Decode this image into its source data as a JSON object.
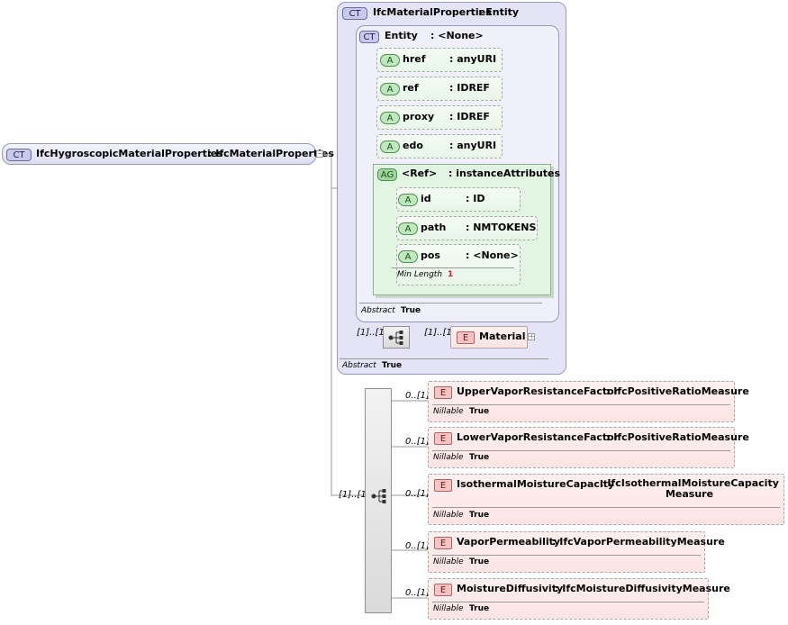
{
  "root": {
    "badge": "CT",
    "name": "IfcHygroscopicMaterialProperties",
    "type": ": IfcMaterialProperties"
  },
  "base_type": {
    "badge": "CT",
    "name": "IfcMaterialProperties",
    "type": ": Entity",
    "entity": {
      "badge": "CT",
      "name": "Entity",
      "type": ": <None>",
      "attributes": [
        {
          "badge": "A",
          "name": "href",
          "type": ": anyURI"
        },
        {
          "badge": "A",
          "name": "ref",
          "type": ": IDREF"
        },
        {
          "badge": "A",
          "name": "proxy",
          "type": ": IDREF"
        },
        {
          "badge": "A",
          "name": "edo",
          "type": ": anyURI"
        }
      ],
      "attribute_group": {
        "badge": "AG",
        "name": "<Ref>",
        "type": ": instanceAttributes",
        "attributes": [
          {
            "badge": "A",
            "name": "id",
            "type": ": ID"
          },
          {
            "badge": "A",
            "name": "path",
            "type": ": NMTOKENS"
          },
          {
            "badge": "A",
            "name": "pos",
            "type": ": <None>",
            "facet_label": "Min Length",
            "facet_value": "1"
          }
        ]
      },
      "abstract_label": "Abstract",
      "abstract_value": "True"
    },
    "sequence_multiplicity": "[1]..[1]",
    "material": {
      "badge": "E",
      "name": "Material",
      "multiplicity": "[1]..[1]"
    },
    "abstract_label": "Abstract",
    "abstract_value": "True"
  },
  "sequence_multiplicity": "[1]..[1]",
  "elements": [
    {
      "badge": "E",
      "name": "UpperVaporResistanceFactor",
      "type": ": IfcPositiveRatioMeasure",
      "multiplicity": "0..[1]",
      "facet_label": "Nillable",
      "facet_value": "True"
    },
    {
      "badge": "E",
      "name": "LowerVaporResistanceFactor",
      "type": ": IfcPositiveRatioMeasure",
      "multiplicity": "0..[1]",
      "facet_label": "Nillable",
      "facet_value": "True"
    },
    {
      "badge": "E",
      "name": "IsothermalMoistureCapacity",
      "type": ": IfcIsothermalMoistureCapacityMeasure",
      "multiplicity": "0..[1]",
      "facet_label": "Nillable",
      "facet_value": "True"
    },
    {
      "badge": "E",
      "name": "VaporPermeability",
      "type": ": IfcVaporPermeabilityMeasure",
      "multiplicity": "0..[1]",
      "facet_label": "Nillable",
      "facet_value": "True"
    },
    {
      "badge": "E",
      "name": "MoistureDiffusivity",
      "type": ": IfcMoistureDiffusivityMeasure",
      "multiplicity": "0..[1]",
      "facet_label": "Nillable",
      "facet_value": "True"
    }
  ]
}
